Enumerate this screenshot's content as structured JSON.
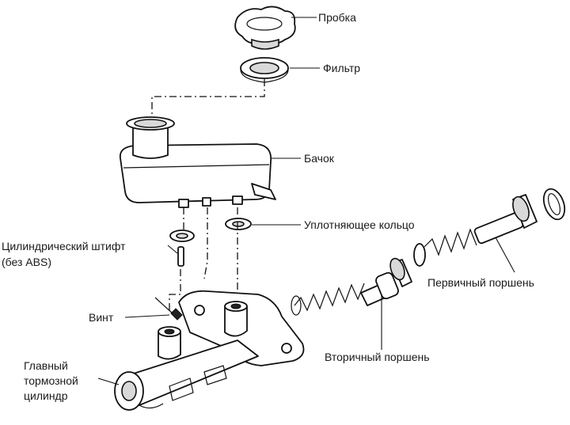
{
  "labels": {
    "cap": "Пробка",
    "filter": "Фильтр",
    "reservoir": "Бачок",
    "seal_ring": "Уплотняющее кольцо",
    "pin_line1": "Цилиндрический штифт",
    "pin_line2": "(без ABS)",
    "primary_piston": "Первичный поршень",
    "screw": "Винт",
    "secondary_piston": "Вторичный поршень",
    "master_line1": "Главный",
    "master_line2": "тормозной",
    "master_line3": "цилиндр"
  }
}
